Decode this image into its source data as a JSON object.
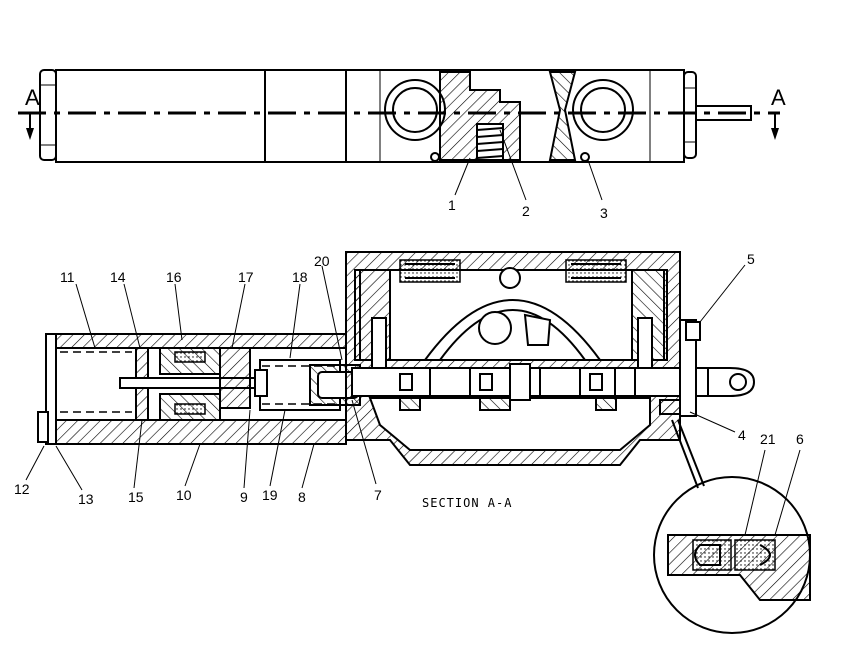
{
  "section_markers": {
    "left": "A",
    "right": "A"
  },
  "section_title": "SECTION A-A",
  "top_view_callouts": {
    "c1": "1",
    "c2": "2",
    "c3": "3"
  },
  "section_callouts": {
    "c4": "4",
    "c5": "5",
    "c6": "6",
    "c7": "7",
    "c8": "8",
    "c9": "9",
    "c10": "10",
    "c11": "11",
    "c12": "12",
    "c13": "13",
    "c14": "14",
    "c15": "15",
    "c16": "16",
    "c17": "17",
    "c18": "18",
    "c19": "19",
    "c20": "20",
    "c21": "21"
  }
}
